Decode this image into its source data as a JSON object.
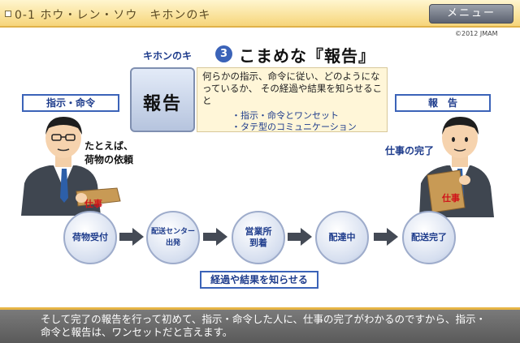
{
  "header": {
    "title": "0-1 ホウ・レン・ソウ　キホンのキ",
    "menu_label": "メニュー",
    "copyright": "©2012 JMAM"
  },
  "title": {
    "prefix": "キホンのキ",
    "number": "3",
    "main": "こまめな『報告』"
  },
  "definition": {
    "term": "報告",
    "text": "何らかの指示、命令に従い、どのようになっているか、 その経過や結果を知らせること",
    "bullets": [
      "・指示・命令とワンセット",
      "・タテ型のコミュニケーション"
    ]
  },
  "left_label": "指示・命令",
  "right_label": "報　告",
  "left_note": "たとえば、\n荷物の依頼",
  "right_note": "仕事の完了",
  "shigoto_label": "仕事",
  "flow": {
    "steps": [
      "荷物受付",
      "配送センター\n出発",
      "営業所\n到着",
      "配達中",
      "配送完了"
    ],
    "progress_label": "経過や結果を知らせる"
  },
  "footer_text": "そして完了の報告を行って初めて、指示・命令した人に、仕事の完了がわかるのですから、指示・命令と報告は、ワンセットだと言えます。",
  "colors": {
    "accent_blue": "#3b63b8",
    "header_gold": "#f6d57a",
    "alert_red": "#d0141a"
  }
}
